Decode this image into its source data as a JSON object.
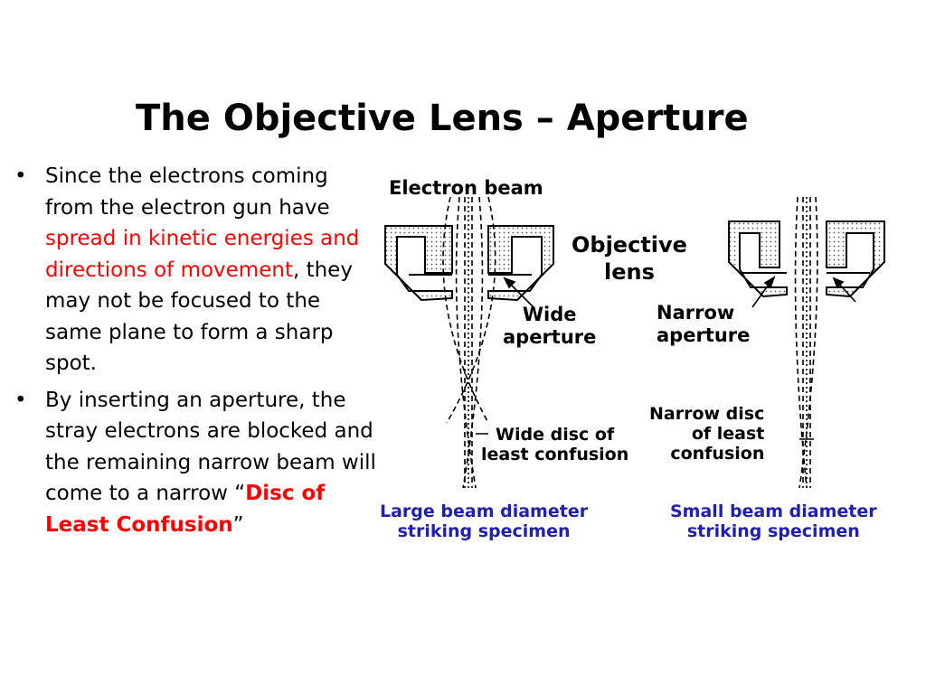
{
  "slide": {
    "title": "The Objective Lens – Aperture",
    "bullet_1": {
      "part_1": "Since the electrons coming from the electron gun have ",
      "highlight": "spread in kinetic energies and directions of movement",
      "part_2": ", they may not be focused to the same plane to form a sharp spot."
    },
    "bullet_2": {
      "part_1": "By inserting an aperture, the stray electrons are blocked and the remaining narrow beam will come to a narrow ",
      "open_quote": "“",
      "highlight": "Disc of Least Confusion",
      "close_quote": "”"
    }
  },
  "diagram": {
    "electron_beam": "Electron beam",
    "objective_lens": [
      "Objective",
      "lens"
    ],
    "wide_aperture": [
      "Wide",
      "aperture"
    ],
    "narrow_aperture": [
      "Narrow",
      "aperture"
    ],
    "wide_disc": [
      "Wide disc of",
      "least confusion"
    ],
    "narrow_disc": [
      "Narrow disc",
      "of least",
      "confusion"
    ],
    "large_beam": [
      "Large beam diameter",
      "striking specimen"
    ],
    "small_beam": [
      "Small beam diameter",
      "striking specimen"
    ]
  },
  "colors": {
    "highlight": "#ff0000",
    "caption": "#1f1fb0"
  }
}
